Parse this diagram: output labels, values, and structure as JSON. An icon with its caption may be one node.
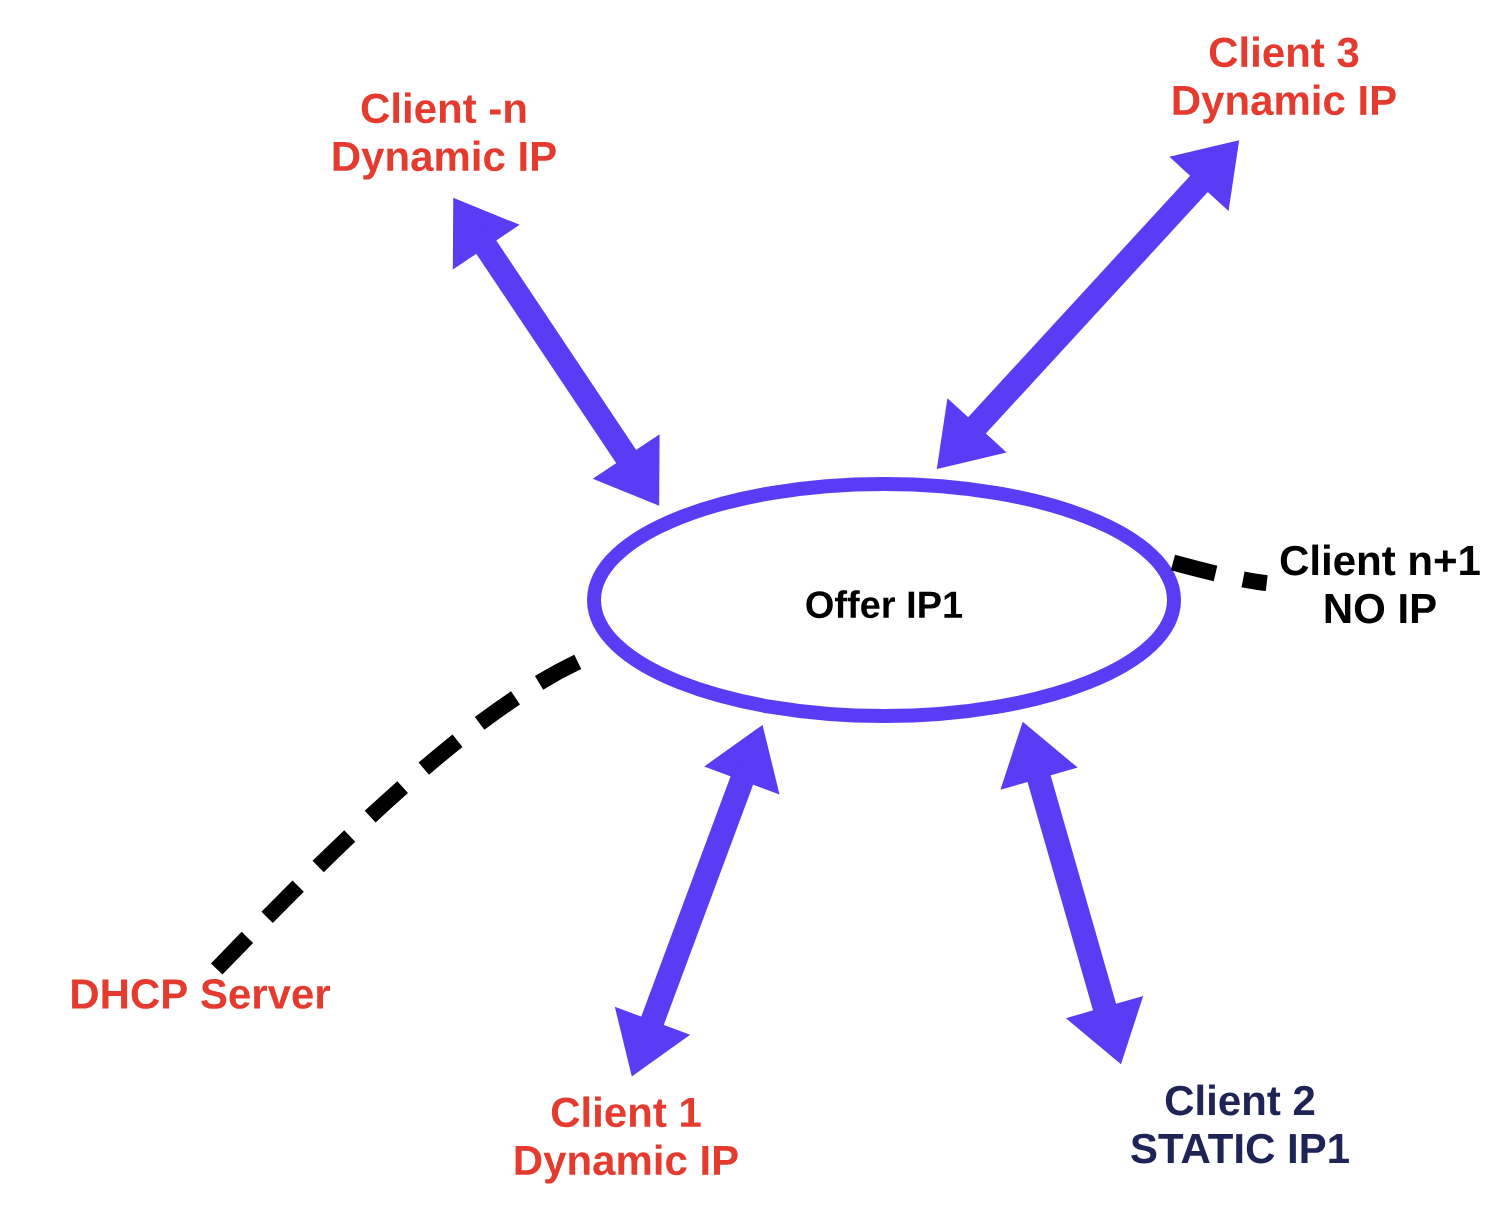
{
  "diagram": {
    "nodes": [
      {
        "text": [
          "Offer IP1"
        ]
      },
      {
        "text": [
          "Client -n",
          "Dynamic IP"
        ]
      },
      {
        "text": [
          "Client 3",
          "Dynamic IP"
        ]
      },
      {
        "text": [
          "Client n+1",
          "NO IP"
        ]
      },
      {
        "text": [
          "DHCP Server"
        ]
      },
      {
        "text": [
          "Client 1",
          "Dynamic IP"
        ]
      },
      {
        "text": [
          "Client 2",
          "STATIC IP1"
        ]
      }
    ],
    "edges": [
      {
        "from": 0,
        "to": 1,
        "arrow": "both"
      },
      {
        "from": 0,
        "to": 2,
        "arrow": "both"
      },
      {
        "from": 0,
        "to": 5,
        "arrow": "both"
      },
      {
        "from": 0,
        "to": 6,
        "arrow": "both"
      },
      {
        "from": 4,
        "to": 0,
        "arrow": "none",
        "style": "dashed",
        "color": "#000000"
      },
      {
        "from": 0,
        "to": 3,
        "arrow": "none",
        "style": "dashed",
        "color": "#000000"
      }
    ]
  }
}
